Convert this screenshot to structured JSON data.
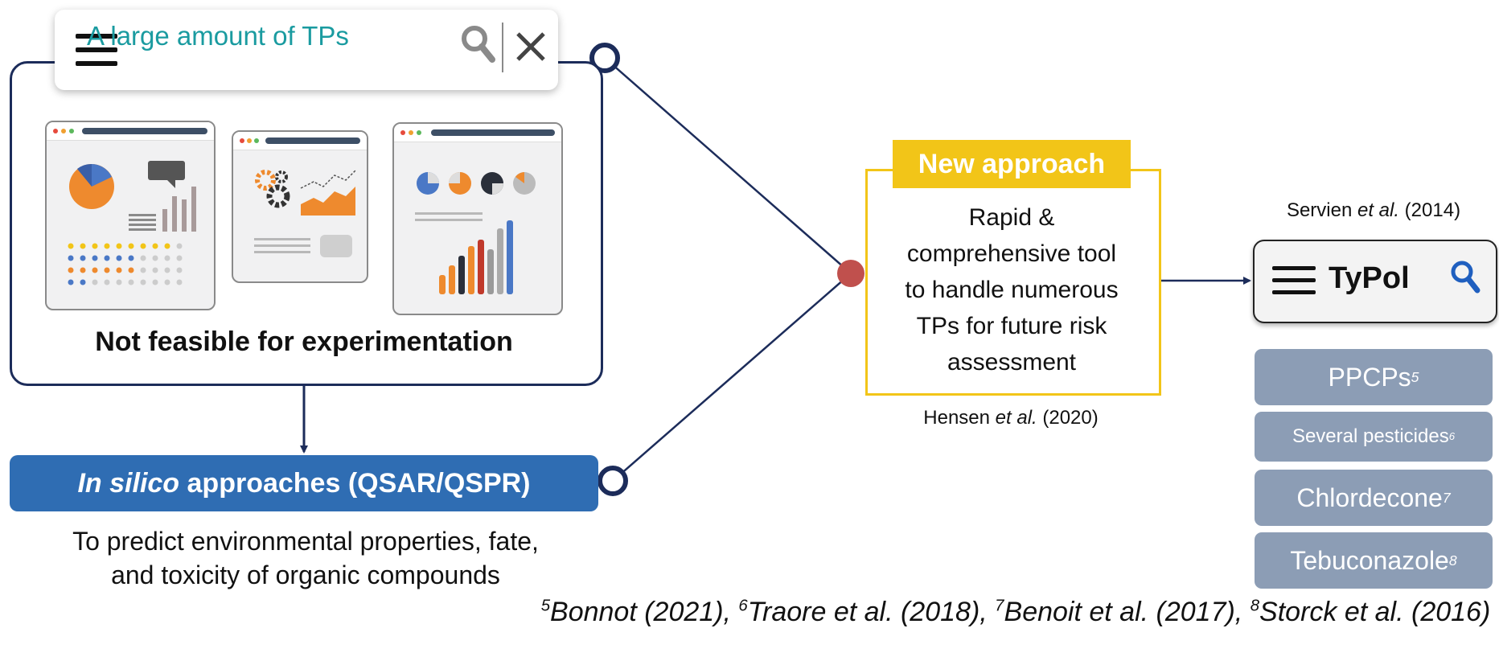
{
  "search_bar": {
    "text": "A large amount of TPs"
  },
  "main_box": {
    "caption": "Not feasible for experimentation"
  },
  "in_silico": {
    "italic": "In silico",
    "rest": " approaches (QSAR/QSPR)"
  },
  "predict": {
    "line1": "To predict environmental properties, fate,",
    "line2": "and toxicity of organic compounds"
  },
  "new_approach": {
    "title": "New approach",
    "lines": [
      "Rapid &",
      "comprehensive tool",
      "to handle numerous",
      "TPs for future risk",
      "assessment"
    ],
    "ref": {
      "author": "Hensen ",
      "etal": "et al.",
      "year": " (2020)"
    }
  },
  "typol": {
    "title": "TyPol",
    "ref": {
      "author": "Servien ",
      "etal": "et al.",
      "year": " (2014)"
    },
    "items": [
      {
        "label": "PPCPs",
        "sup": "5"
      },
      {
        "label": "Several pesticides",
        "sup": "6"
      },
      {
        "label": "Chlordecone",
        "sup": "7"
      },
      {
        "label": "Tebuconazole",
        "sup": "8"
      }
    ]
  },
  "references": {
    "r5_sup": "5",
    "r5": "Bonnot (2021), ",
    "r6_sup": "6",
    "r6": "Traore et al. (2018), ",
    "r7_sup": "7",
    "r7": "Benoit et al. (2017), ",
    "r8_sup": "8",
    "r8": "Storck et al. (2016)"
  },
  "colors": {
    "navy": "#1c2c5a",
    "teal": "#1a9ba0",
    "blue": "#2f6db3",
    "yellow": "#f2c518",
    "pill": "#8c9db5",
    "red_node": "#c0504d",
    "search_icon_blue": "#1f5fbf"
  },
  "icons": [
    "hamburger-icon",
    "search-icon",
    "close-icon",
    "pie-chart-icon",
    "bar-chart-icon",
    "gear-icon",
    "line-chart-icon"
  ]
}
